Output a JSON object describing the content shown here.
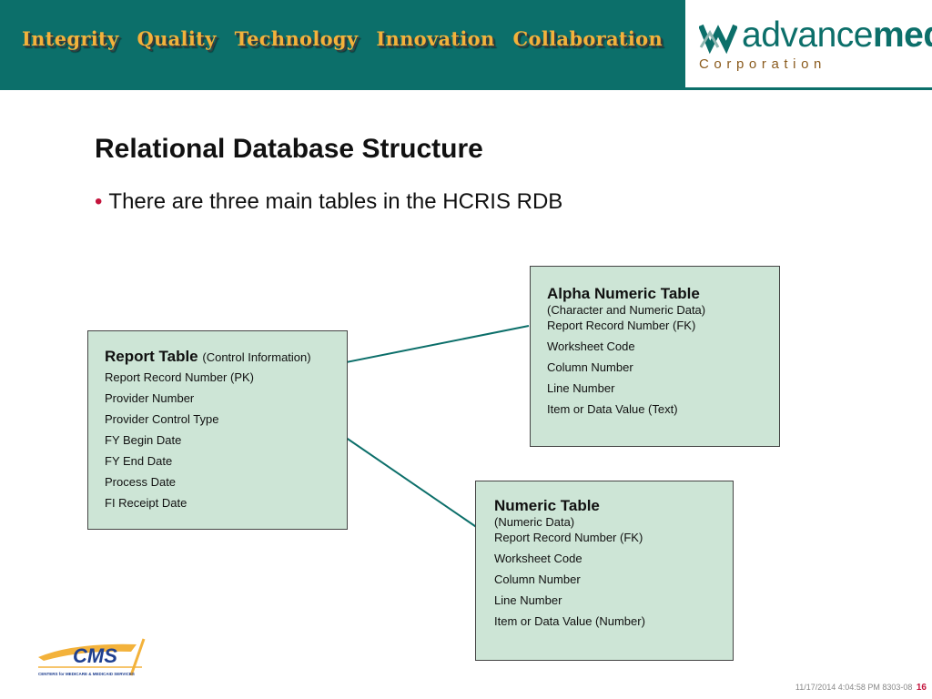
{
  "header": {
    "values": [
      "Integrity",
      "Quality",
      "Technology",
      "Innovation",
      "Collaboration"
    ],
    "logo": {
      "brand_light": "advance",
      "brand_bold": "med",
      "subline": "Corporation"
    }
  },
  "slide": {
    "title": "Relational Database Structure",
    "bullet": "There are three main tables in the HCRIS RDB"
  },
  "tables": {
    "report": {
      "title": "Report Table",
      "note": "(Control Information)",
      "fields": [
        "Report Record Number (PK)",
        "Provider Number",
        "Provider Control Type",
        "FY Begin Date",
        "FY End Date",
        "Process Date",
        "FI Receipt Date"
      ]
    },
    "alpha": {
      "title": "Alpha Numeric Table",
      "subtitle": "(Character and Numeric Data)",
      "fields": [
        "Report Record Number (FK)",
        "Worksheet Code",
        "Column Number",
        "Line Number",
        "Item or Data Value (Text)"
      ]
    },
    "numeric": {
      "title": "Numeric Table",
      "subtitle": "(Numeric Data)",
      "fields": [
        "Report Record Number (FK)",
        "Worksheet Code",
        "Column Number",
        "Line Number",
        "Item or Data Value (Number)"
      ]
    }
  },
  "cms_logo": {
    "text": "CMS",
    "subtext": "CENTERS for MEDICARE & MEDICAID SERVICES"
  },
  "footer": {
    "stamp": "11/17/2014 4:04:58 PM 8303-08",
    "page": "16"
  },
  "colors": {
    "teal": "#0c6f6a",
    "gold": "#f3b23b",
    "table_fill": "#cde5d6",
    "accent_red": "#c4143c"
  }
}
